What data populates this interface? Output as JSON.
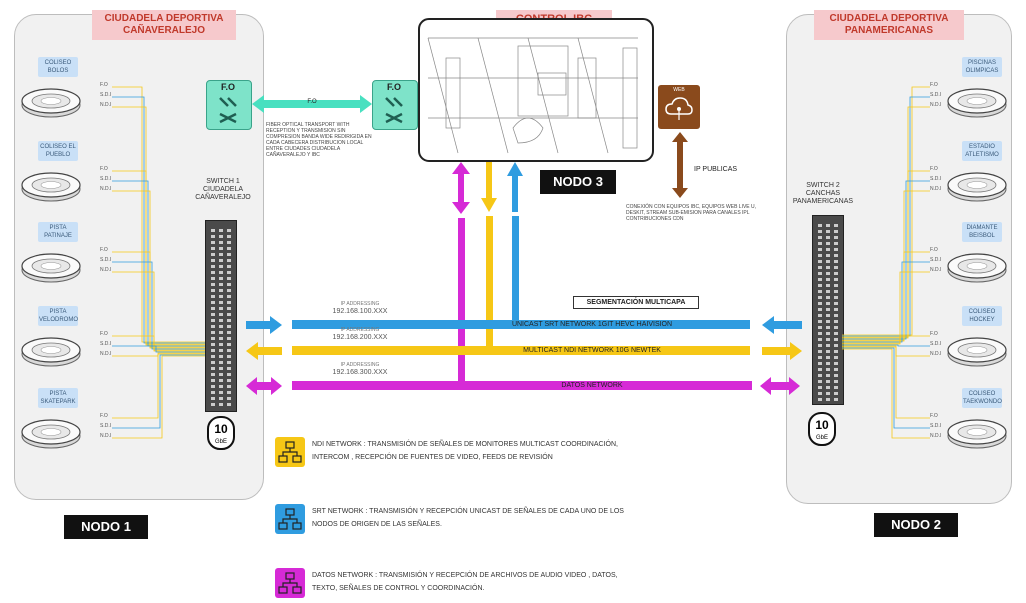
{
  "node1": {
    "title": "CIUDADELA DEPORTIVA CAÑAVERALEJO",
    "label": "NODO 1",
    "venues": [
      "COLISEO BOLOS",
      "COLISEO EL PUEBLO",
      "PISTA PATINAJE",
      "PISTA VELODROMO",
      "PISTA SKATEPARK"
    ],
    "switch_title": "SWITCH 1 CIUDADELA CAÑAVERALEJO"
  },
  "node2": {
    "title": "CIUDADELA DEPORTIVA PANAMERICANAS",
    "label": "NODO 2",
    "venues": [
      "PISCINAS OLIMPICAS",
      "ESTADIO ATLETISMO",
      "DIAMANTE BEISBOL",
      "COLISEO HOCKEY",
      "COLISEO TAEKWONDO"
    ],
    "switch_title": "SWITCH 2 CANCHAS PANAMERICANAS"
  },
  "control": {
    "title": "CONTROL IBC",
    "label": "NODO 3"
  },
  "fo": {
    "label": "F.O",
    "link": "F.O",
    "note": "FIBER OPTICAL TRANSPORT WITH RECEPTION Y TRANSMISION SIN COMPRESION BANDA WIDE REDIRIGIDA EN CADA CABECERA DISTRIBUCION LOCAL ENTRE CIUDADES CIUDADELA CAÑAVERALEJO Y IBC"
  },
  "web": {
    "icon_label": "WEB",
    "ip_label": "IP PUBLICAS",
    "note": "CONEXIÓN CON EQUIPOS IBC, EQUIPOS WEB LIVE U, DESKIT, STREAM SUB-EMISION PARA CANALES IPL CONTRIBUCIONES CDN"
  },
  "link_tags": {
    "fo": "F.O",
    "sdi": "S.D.I",
    "ndi": "N.D.I"
  },
  "gbe": {
    "value": "10",
    "unit": "GbE"
  },
  "segmentacion": "SEGMENTACIÓN MULTICAPA",
  "networks": [
    {
      "label": "UNICAST SRT NETWORK 1GIT HEVC HAIVISION",
      "ip_caption": "IP ADDRESSING",
      "ip": "192.168.100.XXX",
      "color": "#2f9ce0"
    },
    {
      "label": "MULTICAST NDI NETWORK 10G NEWTEK",
      "ip_caption": "IP ADDRESSING",
      "ip": "192.168.200.XXX",
      "color": "#f6c716"
    },
    {
      "label": "DATOS NETWORK",
      "ip_caption": "IP ADDRESSING",
      "ip": "192.168.300.XXX",
      "color": "#d62ad6"
    }
  ],
  "legend": [
    {
      "text": "NDI NETWORK : TRANSMISIÓN DE SEÑALES DE MONITORES MULTICAST COORDINACIÓN, INTERCOM , RECEPCIÓN DE FUENTES DE VIDEO, FEEDS DE REVISIÓN",
      "color": "#f6c716"
    },
    {
      "text": "SRT NETWORK : TRANSMISIÓN Y RECEPCIÓN UNICAST DE SEÑALES DE CADA UNO DE LOS NODOS DE ORIGEN DE LAS SEÑALES.",
      "color": "#2f9ce0"
    },
    {
      "text": "DATOS NETWORK : TRANSMISIÓN Y RECEPCIÓN DE ARCHIVOS DE AUDIO VIDEO , DATOS, TEXTO, SEÑALES DE CONTROL Y COORDINACIÓN.",
      "color": "#d62ad6"
    }
  ],
  "colors": {
    "srt": "#2f9ce0",
    "ndi": "#f6c716",
    "datos": "#d62ad6",
    "fo": "#48e0c0",
    "web": "#8a4a1c"
  }
}
